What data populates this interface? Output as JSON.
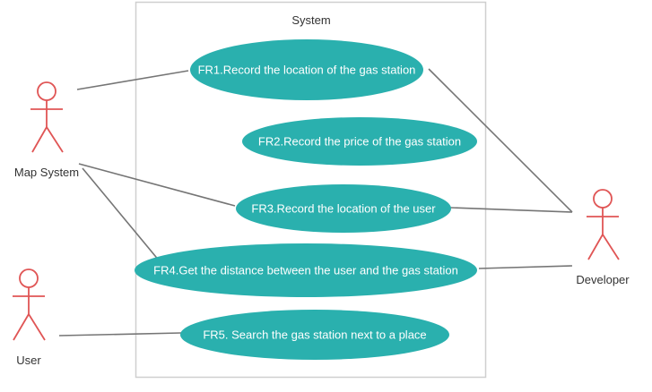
{
  "colors": {
    "usecase_fill": "#2ab0ae",
    "usecase_text": "#ffffff",
    "actor_stroke": "#e05555",
    "association_line": "#757575",
    "boundary_stroke": "#cfcfcf",
    "label_text": "#333333"
  },
  "system": {
    "label": "System"
  },
  "actors": [
    {
      "id": "map-system",
      "label": "Map System"
    },
    {
      "id": "user",
      "label": "User"
    },
    {
      "id": "developer",
      "label": "Developer"
    }
  ],
  "use_cases": [
    {
      "id": "fr1",
      "label": "FR1.Record the location of the gas station"
    },
    {
      "id": "fr2",
      "label": "FR2.Record the price of the gas station"
    },
    {
      "id": "fr3",
      "label": "FR3.Record the location of the user"
    },
    {
      "id": "fr4",
      "label": "FR4.Get the distance between the user and the gas station"
    },
    {
      "id": "fr5",
      "label": "FR5. Search the gas station next to a place"
    }
  ],
  "associations": [
    {
      "actor": "map-system",
      "use_case": "fr1"
    },
    {
      "actor": "map-system",
      "use_case": "fr3"
    },
    {
      "actor": "map-system",
      "use_case": "fr4"
    },
    {
      "actor": "user",
      "use_case": "fr5"
    },
    {
      "actor": "developer",
      "use_case": "fr1"
    },
    {
      "actor": "developer",
      "use_case": "fr3"
    },
    {
      "actor": "developer",
      "use_case": "fr4"
    }
  ]
}
